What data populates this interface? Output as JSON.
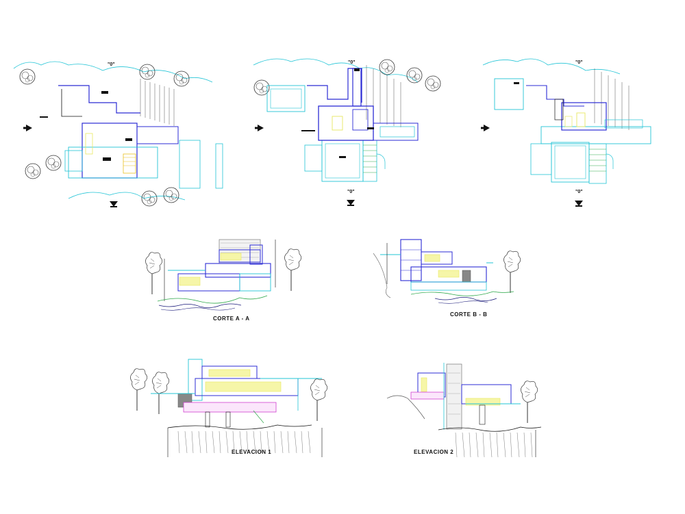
{
  "colors": {
    "cyan": "#22c4d6",
    "blue": "#2b2bd4",
    "navy": "#1a1a7a",
    "yellow": "#e8e860",
    "green": "#2ea84a",
    "black": "#111111",
    "gray": "#777777",
    "magenta": "#d040d0"
  },
  "plans": {
    "north_mark": "\"0\"",
    "items": [
      {
        "id": "plan-1"
      },
      {
        "id": "plan-2"
      },
      {
        "id": "plan-3"
      }
    ]
  },
  "drawings": {
    "corte_a": "CORTE  A - A",
    "corte_b": "CORTE  B - B",
    "elevacion_1": "ELEVACION  1",
    "elevacion_2": "ELEVACION  2"
  }
}
